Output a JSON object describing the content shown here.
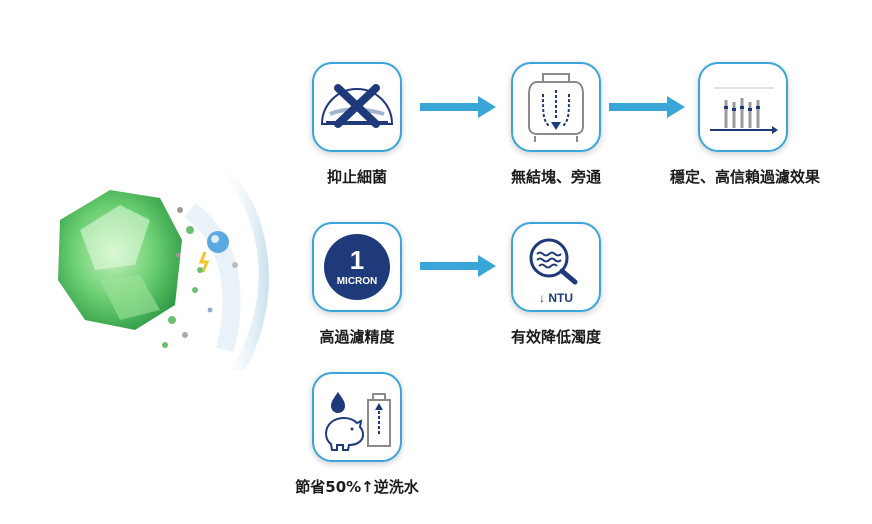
{
  "features": [
    {
      "id": "anti-bacteria",
      "label": "抑止細菌"
    },
    {
      "id": "no-clog",
      "label": "無結塊、旁通"
    },
    {
      "id": "stable",
      "label": "穩定、高信賴過濾效果"
    },
    {
      "id": "high-precision",
      "label": "高過濾精度"
    },
    {
      "id": "low-turbidity",
      "label": "有效降低濁度"
    },
    {
      "id": "save-backwash",
      "label": "節省50%↑逆洗水"
    }
  ],
  "badges": {
    "micron_number": "1",
    "micron_unit": "MICRON",
    "ntu": "↓ NTU"
  },
  "colors": {
    "accent": "#3aa6d8",
    "navy": "#1e3a7b",
    "text": "#1b1b1b"
  }
}
